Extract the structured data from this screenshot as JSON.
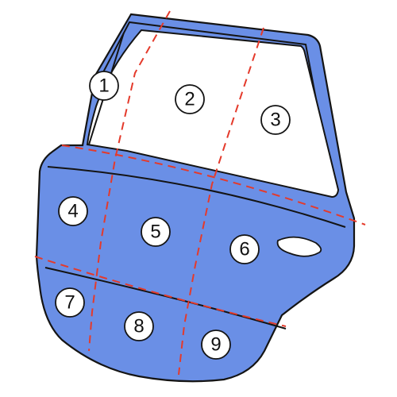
{
  "colors": {
    "door_fill": "#6A8FE6",
    "outline": "#141414",
    "divider": "#E43A2B",
    "glass": "#FFFFFF",
    "label_circle": "#FFFFFF"
  },
  "zones": [
    {
      "id": "1",
      "label": "1"
    },
    {
      "id": "2",
      "label": "2"
    },
    {
      "id": "3",
      "label": "3"
    },
    {
      "id": "4",
      "label": "4"
    },
    {
      "id": "5",
      "label": "5"
    },
    {
      "id": "6",
      "label": "6"
    },
    {
      "id": "7",
      "label": "7"
    },
    {
      "id": "8",
      "label": "8"
    },
    {
      "id": "9",
      "label": "9"
    }
  ]
}
